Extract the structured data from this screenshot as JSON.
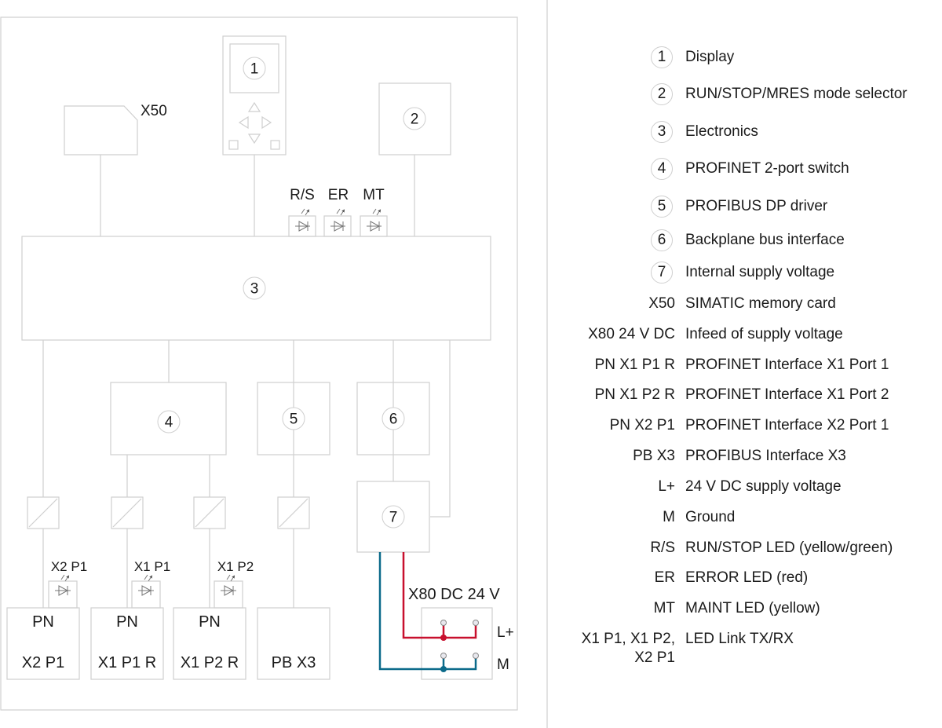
{
  "diagram": {
    "components": [
      {
        "num": "1"
      },
      {
        "num": "2"
      },
      {
        "num": "3"
      },
      {
        "num": "4"
      },
      {
        "num": "5"
      },
      {
        "num": "6"
      },
      {
        "num": "7"
      }
    ],
    "memory_card_label": "X50",
    "leds": {
      "rs": "R/S",
      "er": "ER",
      "mt": "MT"
    },
    "link_leds": {
      "x2p1": "X2 P1",
      "x1p1": "X1 P1",
      "x1p2": "X1 P2"
    },
    "ports": [
      {
        "top": "PN",
        "bottom": "X2 P1"
      },
      {
        "top": "PN",
        "bottom": "X1 P1 R"
      },
      {
        "top": "PN",
        "bottom": "X1 P2 R"
      },
      {
        "top": "",
        "bottom": "PB X3"
      }
    ],
    "supply": {
      "title": "X80 DC 24 V",
      "lplus": "L+",
      "m": "M"
    },
    "colors": {
      "line": "#cfcfcf",
      "lplus_wire": "#c8102e",
      "m_wire": "#0b6a8a"
    }
  },
  "legend": [
    {
      "key": "1",
      "circled": true,
      "desc": "Display"
    },
    {
      "key": "2",
      "circled": true,
      "desc": "RUN/STOP/MRES mode selector"
    },
    {
      "key": "3",
      "circled": true,
      "desc": "Electronics"
    },
    {
      "key": "4",
      "circled": true,
      "desc": "PROFINET 2-port switch"
    },
    {
      "key": "5",
      "circled": true,
      "desc": "PROFIBUS DP driver"
    },
    {
      "key": "6",
      "circled": true,
      "desc": "Backplane bus interface"
    },
    {
      "key": "7",
      "circled": true,
      "desc": "Internal supply voltage"
    },
    {
      "key": "X50",
      "circled": false,
      "desc": "SIMATIC memory card"
    },
    {
      "key": "X80 24 V DC",
      "circled": false,
      "desc": "Infeed of supply voltage"
    },
    {
      "key": "PN X1 P1 R",
      "circled": false,
      "desc": "PROFINET Interface X1 Port 1"
    },
    {
      "key": "PN X1 P2 R",
      "circled": false,
      "desc": "PROFINET Interface X1 Port 2"
    },
    {
      "key": "PN X2 P1",
      "circled": false,
      "desc": "PROFINET Interface X2 Port 1"
    },
    {
      "key": "PB X3",
      "circled": false,
      "desc": "PROFIBUS Interface X3"
    },
    {
      "key": "L+",
      "circled": false,
      "desc": "24 V DC supply voltage"
    },
    {
      "key": "M",
      "circled": false,
      "desc": "Ground"
    },
    {
      "key": "R/S",
      "circled": false,
      "desc": "RUN/STOP LED (yellow/green)"
    },
    {
      "key": "ER",
      "circled": false,
      "desc": "ERROR LED (red)"
    },
    {
      "key": "MT",
      "circled": false,
      "desc": "MAINT LED (yellow)"
    },
    {
      "key": "X1 P1, X1 P2,",
      "key2": "X2 P1",
      "circled": false,
      "desc": "LED Link TX/RX"
    }
  ]
}
